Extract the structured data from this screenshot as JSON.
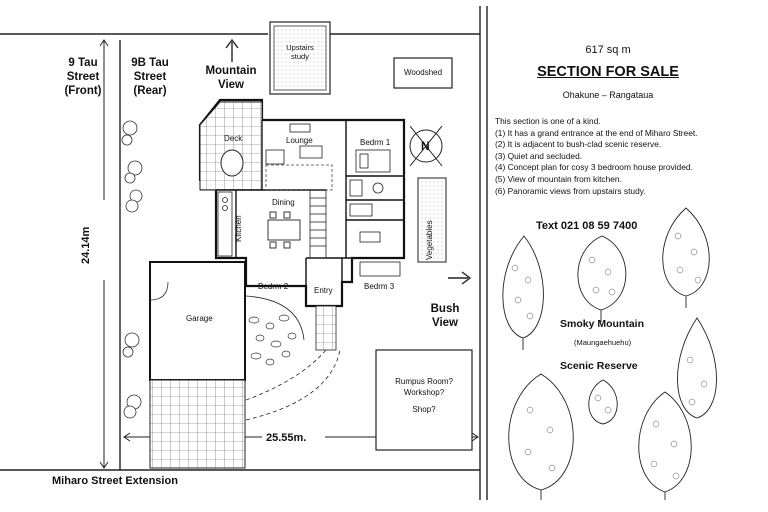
{
  "left_labels": {
    "front_street": [
      "9 Tau",
      "Street",
      "(Front)"
    ],
    "rear_street": [
      "9B Tau",
      "Street",
      "(Rear)"
    ],
    "mountain_view": [
      "Mountain",
      "View"
    ],
    "bush_view": [
      "Bush",
      "View"
    ],
    "depth_dimension": "24.14m",
    "width_dimension": "25.55m.",
    "street_extension": "Miharo Street Extension"
  },
  "rooms": {
    "upstairs_study": [
      "Upstairs",
      "study"
    ],
    "woodshed": "Woodshed",
    "deck": "Deck",
    "lounge": "Lounge",
    "bedroom1": "Bedrm 1",
    "dining": "Dining",
    "kitchen": "Kitchen",
    "vegetables": "Vegetables",
    "garage": "Garage",
    "bedroom2": "Bedrm 2",
    "entry": "Entry",
    "bedroom3": "Bedrm 3",
    "rumpus": [
      "Rumpus Room?",
      "Workshop?",
      "",
      "Shop?"
    ],
    "compass_n": "N"
  },
  "listing": {
    "area": "617 sq m",
    "title": "SECTION FOR SALE",
    "location": "Ohakune – Rangataua",
    "intro": "This section is one of a kind.",
    "points": [
      "(1) It has a grand entrance at the end of Miharo Street.",
      "(2) It is adjacent to bush-clad scenic reserve.",
      "(3) Quiet and secluded.",
      "(4) Concept plan for cosy 3 bedroom house provided.",
      "(5) View of mountain from kitchen.",
      "(6) Panoramic views from upstairs study."
    ],
    "contact": "Text  021 08 59 7400",
    "smoky_mountain": "Smoky Mountain",
    "smoky_mountain_maori": "(Maungaehuehu)",
    "scenic_reserve": "Scenic Reserve"
  }
}
